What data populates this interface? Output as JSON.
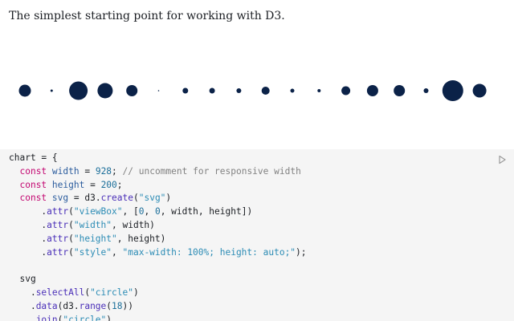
{
  "intro": {
    "text": "The simplest starting point for working with D3."
  },
  "chart_data": {
    "type": "scatter",
    "x": [
      0,
      1,
      2,
      3,
      4,
      5,
      6,
      7,
      8,
      9,
      10,
      11,
      12,
      13,
      14,
      15,
      16,
      17
    ],
    "radius": [
      7.5,
      1.5,
      11.5,
      9.5,
      7,
      0.8,
      3.5,
      3.5,
      3,
      5,
      2.5,
      2,
      5.5,
      7,
      7,
      3,
      13,
      8.5
    ],
    "color": "#0b2248"
  },
  "code_cell": {
    "run_icon": "run-triangle-icon",
    "lines": [
      [
        [
          "pl",
          "chart = {"
        ]
      ],
      [
        [
          "pl",
          "  "
        ],
        [
          "kw",
          "const"
        ],
        [
          "pl",
          " "
        ],
        [
          "def",
          "width"
        ],
        [
          "pl",
          " = "
        ],
        [
          "num",
          "928"
        ],
        [
          "pl",
          "; "
        ],
        [
          "com",
          "// uncomment for responsive width"
        ]
      ],
      [
        [
          "pl",
          "  "
        ],
        [
          "kw",
          "const"
        ],
        [
          "pl",
          " "
        ],
        [
          "def",
          "height"
        ],
        [
          "pl",
          " = "
        ],
        [
          "num",
          "200"
        ],
        [
          "pl",
          ";"
        ]
      ],
      [
        [
          "pl",
          "  "
        ],
        [
          "kw",
          "const"
        ],
        [
          "pl",
          " "
        ],
        [
          "def",
          "svg"
        ],
        [
          "pl",
          " = d3."
        ],
        [
          "fn",
          "create"
        ],
        [
          "pl",
          "("
        ],
        [
          "str",
          "\"svg\""
        ],
        [
          "pl",
          ")"
        ]
      ],
      [
        [
          "pl",
          "      ."
        ],
        [
          "fn",
          "attr"
        ],
        [
          "pl",
          "("
        ],
        [
          "str",
          "\"viewBox\""
        ],
        [
          "pl",
          ", ["
        ],
        [
          "num",
          "0"
        ],
        [
          "pl",
          ", "
        ],
        [
          "num",
          "0"
        ],
        [
          "pl",
          ", width, height])"
        ]
      ],
      [
        [
          "pl",
          "      ."
        ],
        [
          "fn",
          "attr"
        ],
        [
          "pl",
          "("
        ],
        [
          "str",
          "\"width\""
        ],
        [
          "pl",
          ", width)"
        ]
      ],
      [
        [
          "pl",
          "      ."
        ],
        [
          "fn",
          "attr"
        ],
        [
          "pl",
          "("
        ],
        [
          "str",
          "\"height\""
        ],
        [
          "pl",
          ", height)"
        ]
      ],
      [
        [
          "pl",
          "      ."
        ],
        [
          "fn",
          "attr"
        ],
        [
          "pl",
          "("
        ],
        [
          "str",
          "\"style\""
        ],
        [
          "pl",
          ", "
        ],
        [
          "str",
          "\"max-width: 100%; height: auto;\""
        ],
        [
          "pl",
          ");"
        ]
      ],
      [
        [
          "pl",
          ""
        ]
      ],
      [
        [
          "pl",
          "  svg"
        ]
      ],
      [
        [
          "pl",
          "    ."
        ],
        [
          "fn",
          "selectAll"
        ],
        [
          "pl",
          "("
        ],
        [
          "str",
          "\"circle\""
        ],
        [
          "pl",
          ")"
        ]
      ],
      [
        [
          "pl",
          "    ."
        ],
        [
          "fn",
          "data"
        ],
        [
          "pl",
          "(d3."
        ],
        [
          "fn",
          "range"
        ],
        [
          "pl",
          "("
        ],
        [
          "num",
          "18"
        ],
        [
          "pl",
          "))"
        ]
      ],
      [
        [
          "pl",
          "    ."
        ],
        [
          "fn",
          "join"
        ],
        [
          "pl",
          "("
        ],
        [
          "str",
          "\"circle\""
        ],
        [
          "pl",
          ")"
        ]
      ]
    ]
  }
}
